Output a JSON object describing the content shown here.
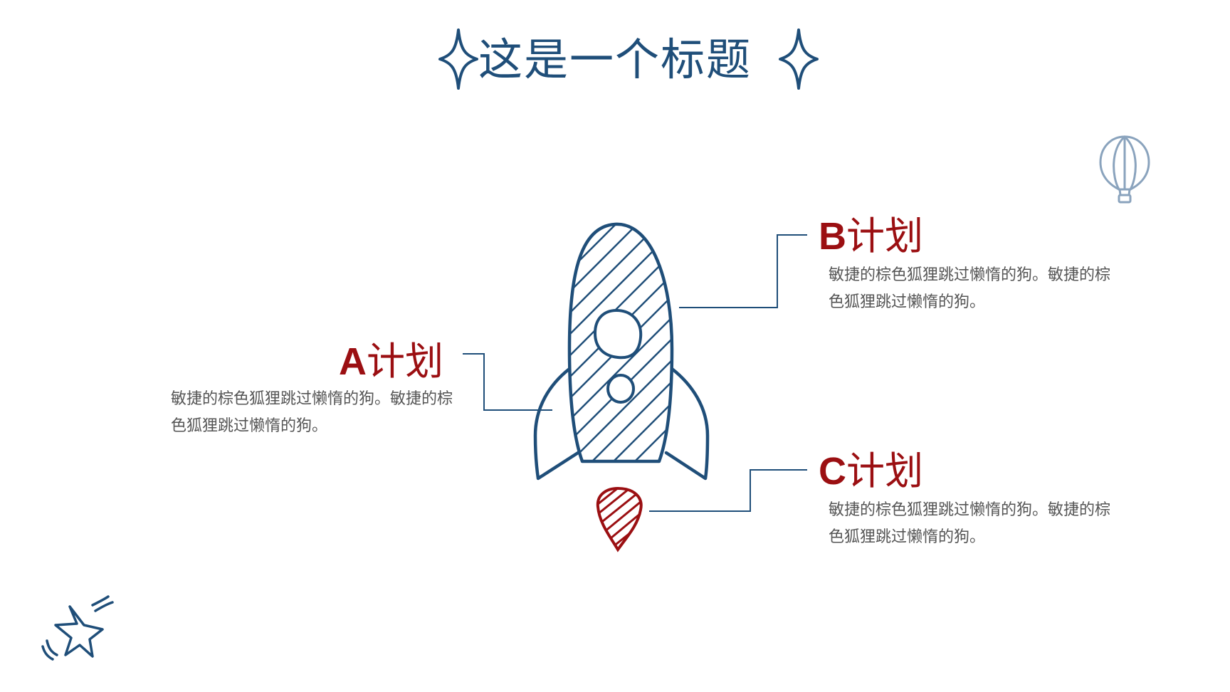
{
  "slide": {
    "title": "这是一个标题"
  },
  "plans": {
    "a": {
      "letter": "A",
      "suffix": "计划",
      "description": "敏捷的棕色狐狸跳过懒惰的狗。敏捷的棕色狐狸跳过懒惰的狗。"
    },
    "b": {
      "letter": "B",
      "suffix": "计划",
      "description": "敏捷的棕色狐狸跳过懒惰的狗。敏捷的棕色狐狸跳过懒惰的狗。"
    },
    "c": {
      "letter": "C",
      "suffix": "计划",
      "description": "敏捷的棕色狐狸跳过懒惰的狗。敏捷的棕色狐狸跳过懒惰的狗。"
    }
  },
  "icons": {
    "sparkle_left": "four-point-star-icon",
    "sparkle_right": "four-point-star-icon",
    "rocket": "rocket-icon",
    "flame": "rocket-flame-icon",
    "balloon": "hot-air-balloon-icon",
    "star": "star-icon"
  },
  "colors": {
    "navy": "#1f4e79",
    "red": "#9b0f12",
    "text": "#555555",
    "balloon": "#8aa3bd"
  }
}
